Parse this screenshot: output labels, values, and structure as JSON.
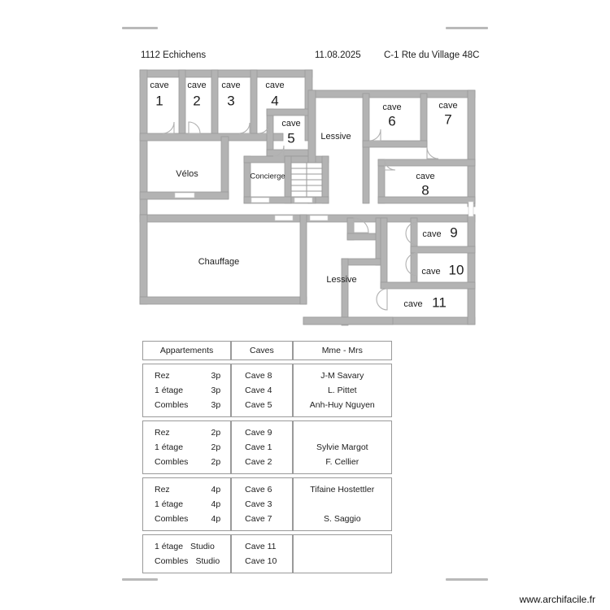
{
  "header": {
    "address": "1112 Echichens",
    "date": "11.08.2025",
    "reference": "C-1 Rte du Village 48C"
  },
  "floorplan": {
    "rooms": [
      {
        "id": "cave-1",
        "word": "cave",
        "number": "1"
      },
      {
        "id": "cave-2",
        "word": "cave",
        "number": "2"
      },
      {
        "id": "cave-3",
        "word": "cave",
        "number": "3"
      },
      {
        "id": "cave-4",
        "word": "cave",
        "number": "4"
      },
      {
        "id": "cave-5",
        "word": "cave",
        "number": "5"
      },
      {
        "id": "cave-6",
        "word": "cave",
        "number": "6"
      },
      {
        "id": "cave-7",
        "word": "cave",
        "number": "7"
      },
      {
        "id": "cave-8",
        "word": "cave",
        "number": "8"
      },
      {
        "id": "cave-9",
        "word": "cave",
        "number": "9"
      },
      {
        "id": "cave-10",
        "word": "cave",
        "number": "10"
      },
      {
        "id": "cave-11",
        "word": "cave",
        "number": "11"
      },
      {
        "id": "velos",
        "label": "Vélos"
      },
      {
        "id": "concierge",
        "label": "Concierge"
      },
      {
        "id": "lessive-1",
        "label": "Lessive"
      },
      {
        "id": "lessive-2",
        "label": "Lessive"
      },
      {
        "id": "chauffage",
        "label": "Chauffage"
      }
    ],
    "colors": {
      "wall_fill": "#b3b3b3",
      "wall_stroke": "#9a9a9a",
      "room_fill": "#ffffff",
      "door_stroke": "#b0b0b0",
      "text": "#1d1d1d"
    }
  },
  "legend": {
    "columns": [
      "Appartements",
      "Caves",
      "Mme - Mrs"
    ],
    "groups": [
      {
        "apartments": [
          {
            "floor": "Rez",
            "size": "3p"
          },
          {
            "floor": "1 étage",
            "size": "3p"
          },
          {
            "floor": "Combles",
            "size": "3p"
          }
        ],
        "caves": [
          "Cave 8",
          "Cave 4",
          "Cave 5"
        ],
        "names": [
          "J-M Savary",
          "L. Pittet",
          "Anh-Huy Nguyen"
        ]
      },
      {
        "apartments": [
          {
            "floor": "Rez",
            "size": "2p"
          },
          {
            "floor": "1 étage",
            "size": "2p"
          },
          {
            "floor": "Combles",
            "size": "2p"
          }
        ],
        "caves": [
          "Cave 9",
          "Cave 1",
          "Cave 2"
        ],
        "names": [
          "",
          "Sylvie Margot",
          "F. Cellier"
        ]
      },
      {
        "apartments": [
          {
            "floor": "Rez",
            "size": "4p"
          },
          {
            "floor": "1 étage",
            "size": "4p"
          },
          {
            "floor": "Combles",
            "size": "4p"
          }
        ],
        "caves": [
          "Cave 6",
          "Cave 3",
          "Cave 7"
        ],
        "names": [
          "Tifaine Hostettler",
          "",
          "S. Saggio"
        ]
      },
      {
        "apartments": [
          {
            "floor": "1 étage",
            "size": "Studio"
          },
          {
            "floor": "Combles",
            "size": "Studio"
          }
        ],
        "caves": [
          "Cave 11",
          "Cave 10"
        ],
        "names": []
      }
    ]
  },
  "footer": {
    "url": "www.archifacile.fr"
  }
}
